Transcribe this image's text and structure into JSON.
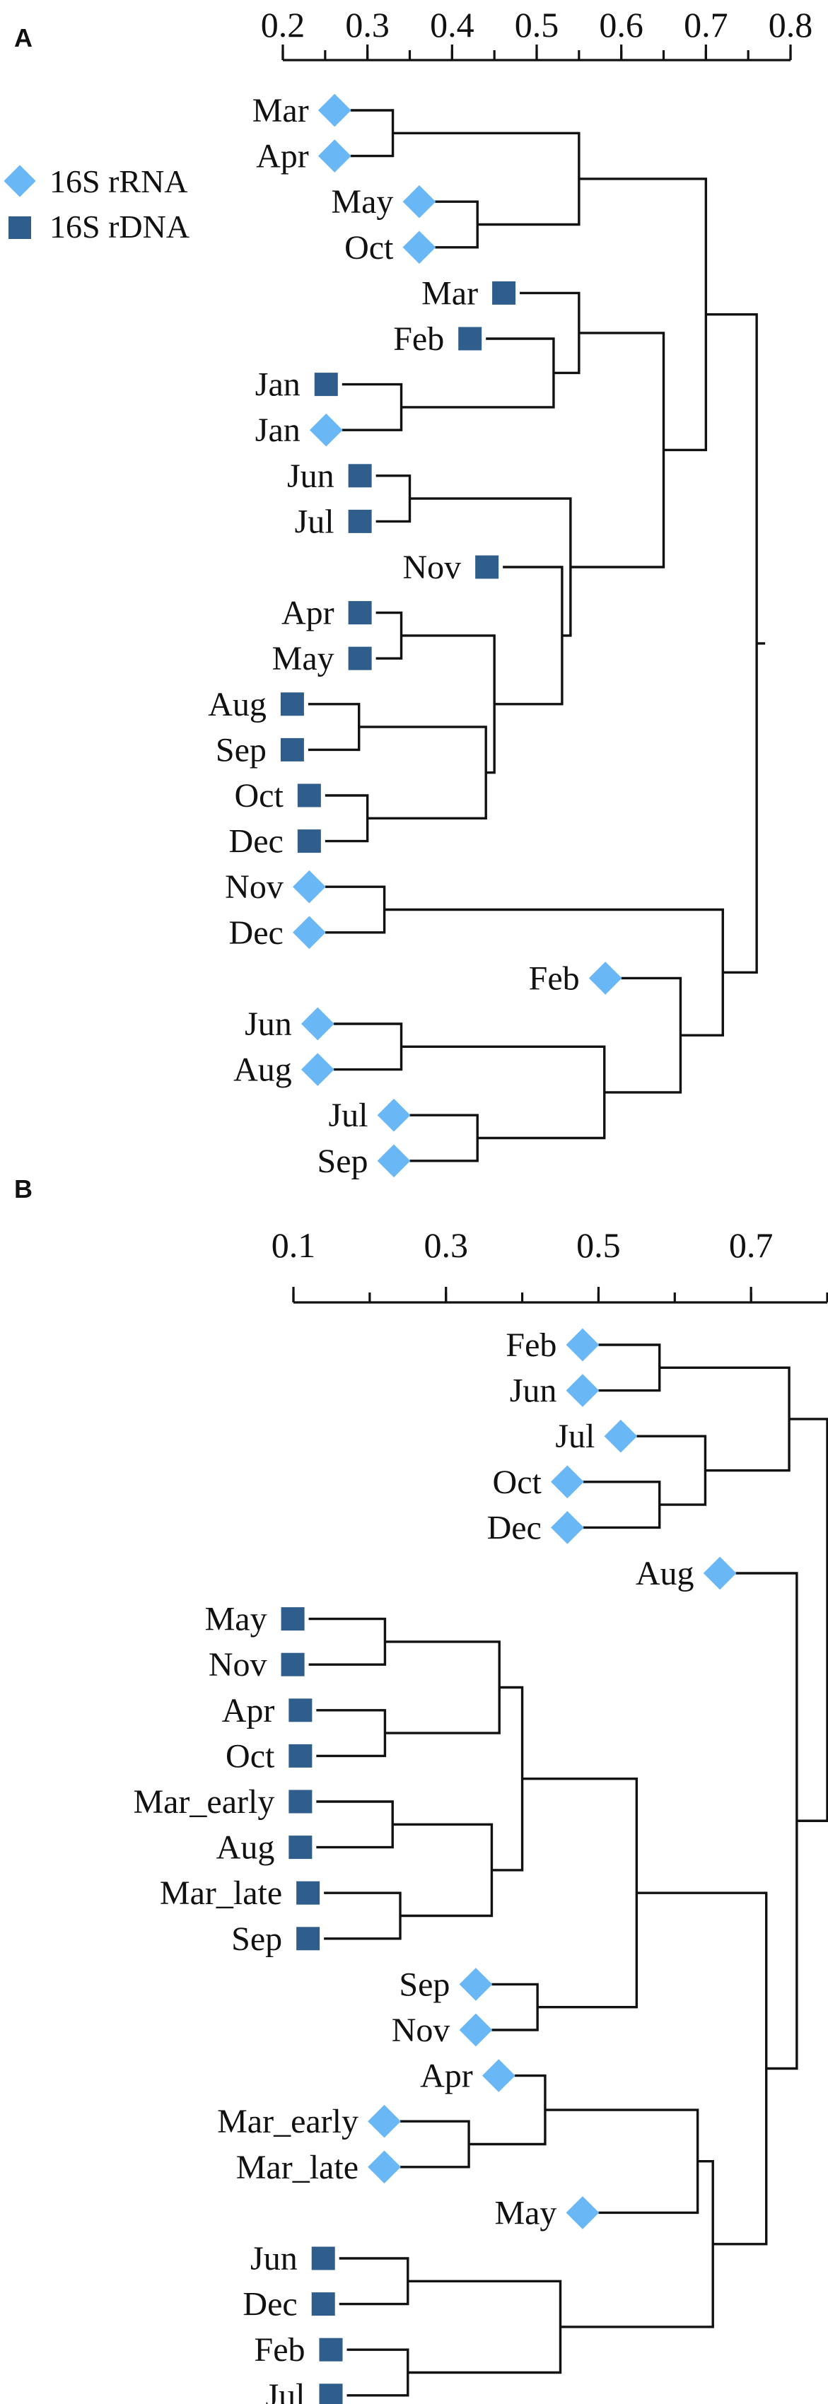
{
  "colors": {
    "rna": "#6AB7F6",
    "dna": "#2F5E8C",
    "line": "#111111",
    "background": "#ffffff"
  },
  "legend": [
    {
      "label": "16S rRNA",
      "marker": "diamond",
      "type": "rna"
    },
    {
      "label": "16S rDNA",
      "marker": "square",
      "type": "dna"
    }
  ],
  "panels": [
    {
      "label": "A",
      "axis": {
        "ticks": [
          "0.2",
          "0.3",
          "0.4",
          "0.5",
          "0.6",
          "0.7",
          "0.8"
        ],
        "range": [
          0.2,
          0.8
        ]
      },
      "leaves": [
        {
          "label": "Mar",
          "type": "rna",
          "height": 0.28
        },
        {
          "label": "Apr",
          "type": "rna",
          "height": 0.28
        },
        {
          "label": "May",
          "type": "rna",
          "height": 0.38
        },
        {
          "label": "Oct",
          "type": "rna",
          "height": 0.38
        },
        {
          "label": "Mar",
          "type": "dna",
          "height": 0.48
        },
        {
          "label": "Feb",
          "type": "dna",
          "height": 0.44
        },
        {
          "label": "Jan",
          "type": "dna",
          "height": 0.27
        },
        {
          "label": "Jan",
          "type": "rna",
          "height": 0.27
        },
        {
          "label": "Jun",
          "type": "dna",
          "height": 0.31
        },
        {
          "label": "Jul",
          "type": "dna",
          "height": 0.31
        },
        {
          "label": "Nov",
          "type": "dna",
          "height": 0.46
        },
        {
          "label": "Apr",
          "type": "dna",
          "height": 0.31
        },
        {
          "label": "May",
          "type": "dna",
          "height": 0.31
        },
        {
          "label": "Aug",
          "type": "dna",
          "height": 0.23
        },
        {
          "label": "Sep",
          "type": "dna",
          "height": 0.23
        },
        {
          "label": "Oct",
          "type": "dna",
          "height": 0.25
        },
        {
          "label": "Dec",
          "type": "dna",
          "height": 0.25
        },
        {
          "label": "Nov",
          "type": "rna",
          "height": 0.25
        },
        {
          "label": "Dec",
          "type": "rna",
          "height": 0.25
        },
        {
          "label": "Feb",
          "type": "rna",
          "height": 0.6
        },
        {
          "label": "Jun",
          "type": "rna",
          "height": 0.26
        },
        {
          "label": "Aug",
          "type": "rna",
          "height": 0.26
        },
        {
          "label": "Jul",
          "type": "rna",
          "height": 0.35
        },
        {
          "label": "Sep",
          "type": "rna",
          "height": 0.35
        }
      ],
      "merges": [
        {
          "children": [
            "L0",
            "L1"
          ],
          "height": 0.33
        },
        {
          "children": [
            "L2",
            "L3"
          ],
          "height": 0.43
        },
        {
          "children": [
            "N0",
            "N1"
          ],
          "height": 0.55
        },
        {
          "children": [
            "L6",
            "L7"
          ],
          "height": 0.34
        },
        {
          "children": [
            "L5",
            "N3"
          ],
          "height": 0.52
        },
        {
          "children": [
            "L4",
            "N4"
          ],
          "height": 0.55
        },
        {
          "children": [
            "L8",
            "L9"
          ],
          "height": 0.35
        },
        {
          "children": [
            "L11",
            "L12"
          ],
          "height": 0.34
        },
        {
          "children": [
            "L13",
            "L14"
          ],
          "height": 0.29
        },
        {
          "children": [
            "L15",
            "L16"
          ],
          "height": 0.3
        },
        {
          "children": [
            "N8",
            "N9"
          ],
          "height": 0.44
        },
        {
          "children": [
            "N7",
            "N10"
          ],
          "height": 0.45
        },
        {
          "children": [
            "L10",
            "N11"
          ],
          "height": 0.53
        },
        {
          "children": [
            "N6",
            "N12"
          ],
          "height": 0.54
        },
        {
          "children": [
            "N5",
            "N13"
          ],
          "height": 0.65
        },
        {
          "children": [
            "N2",
            "N14"
          ],
          "height": 0.7
        },
        {
          "children": [
            "L17",
            "L18"
          ],
          "height": 0.32
        },
        {
          "children": [
            "L20",
            "L21"
          ],
          "height": 0.34
        },
        {
          "children": [
            "L22",
            "L23"
          ],
          "height": 0.43
        },
        {
          "children": [
            "N17",
            "N18"
          ],
          "height": 0.58
        },
        {
          "children": [
            "L19",
            "N19"
          ],
          "height": 0.67
        },
        {
          "children": [
            "N16",
            "N20"
          ],
          "height": 0.72
        },
        {
          "children": [
            "N15",
            "N21"
          ],
          "height": 0.76
        }
      ]
    },
    {
      "label": "B",
      "axis": {
        "ticks": [
          "0.1",
          "0.3",
          "0.5",
          "0.7"
        ],
        "range": [
          0.1,
          0.8
        ]
      },
      "leaves": [
        {
          "label": "Feb",
          "type": "rna",
          "height": 0.5
        },
        {
          "label": "Jun",
          "type": "rna",
          "height": 0.5
        },
        {
          "label": "Jul",
          "type": "rna",
          "height": 0.55
        },
        {
          "label": "Oct",
          "type": "rna",
          "height": 0.48
        },
        {
          "label": "Dec",
          "type": "rna",
          "height": 0.48
        },
        {
          "label": "Aug",
          "type": "rna",
          "height": 0.68
        },
        {
          "label": "May",
          "type": "dna",
          "height": 0.12
        },
        {
          "label": "Nov",
          "type": "dna",
          "height": 0.12
        },
        {
          "label": "Apr",
          "type": "dna",
          "height": 0.13
        },
        {
          "label": "Oct",
          "type": "dna",
          "height": 0.13
        },
        {
          "label": "Mar_early",
          "type": "dna",
          "height": 0.13
        },
        {
          "label": "Aug",
          "type": "dna",
          "height": 0.13
        },
        {
          "label": "Mar_late",
          "type": "dna",
          "height": 0.14
        },
        {
          "label": "Sep",
          "type": "dna",
          "height": 0.14
        },
        {
          "label": "Sep",
          "type": "rna",
          "height": 0.36
        },
        {
          "label": "Nov",
          "type": "rna",
          "height": 0.36
        },
        {
          "label": "Apr",
          "type": "rna",
          "height": 0.39
        },
        {
          "label": "Mar_early",
          "type": "rna",
          "height": 0.24
        },
        {
          "label": "Mar_late",
          "type": "rna",
          "height": 0.24
        },
        {
          "label": "May",
          "type": "rna",
          "height": 0.5
        },
        {
          "label": "Jun",
          "type": "dna",
          "height": 0.16
        },
        {
          "label": "Dec",
          "type": "dna",
          "height": 0.16
        },
        {
          "label": "Feb",
          "type": "dna",
          "height": 0.17
        },
        {
          "label": "Jul",
          "type": "dna",
          "height": 0.17
        }
      ],
      "merges": [
        {
          "children": [
            "L0",
            "L1"
          ],
          "height": 0.58
        },
        {
          "children": [
            "L3",
            "L4"
          ],
          "height": 0.58
        },
        {
          "children": [
            "L2",
            "N1"
          ],
          "height": 0.64
        },
        {
          "children": [
            "N0",
            "N2"
          ],
          "height": 0.75
        },
        {
          "children": [
            "L6",
            "L7"
          ],
          "height": 0.22
        },
        {
          "children": [
            "L8",
            "L9"
          ],
          "height": 0.22
        },
        {
          "children": [
            "N4",
            "N5"
          ],
          "height": 0.37
        },
        {
          "children": [
            "L10",
            "L11"
          ],
          "height": 0.23
        },
        {
          "children": [
            "L12",
            "L13"
          ],
          "height": 0.24
        },
        {
          "children": [
            "N7",
            "N8"
          ],
          "height": 0.36
        },
        {
          "children": [
            "N6",
            "N9"
          ],
          "height": 0.4
        },
        {
          "children": [
            "L14",
            "L15"
          ],
          "height": 0.42
        },
        {
          "children": [
            "N10",
            "N11"
          ],
          "height": 0.55
        },
        {
          "children": [
            "L17",
            "L18"
          ],
          "height": 0.33
        },
        {
          "children": [
            "L16",
            "N13"
          ],
          "height": 0.43
        },
        {
          "children": [
            "N14",
            "L19"
          ],
          "height": 0.63
        },
        {
          "children": [
            "L20",
            "L21"
          ],
          "height": 0.25
        },
        {
          "children": [
            "L22",
            "L23"
          ],
          "height": 0.25
        },
        {
          "children": [
            "N16",
            "N17"
          ],
          "height": 0.45
        },
        {
          "children": [
            "N15",
            "N18"
          ],
          "height": 0.65
        },
        {
          "children": [
            "N12",
            "N19"
          ],
          "height": 0.72
        },
        {
          "children": [
            "L5",
            "N20"
          ],
          "height": 0.76
        },
        {
          "children": [
            "N3",
            "N21"
          ],
          "height": 0.8
        }
      ]
    }
  ]
}
